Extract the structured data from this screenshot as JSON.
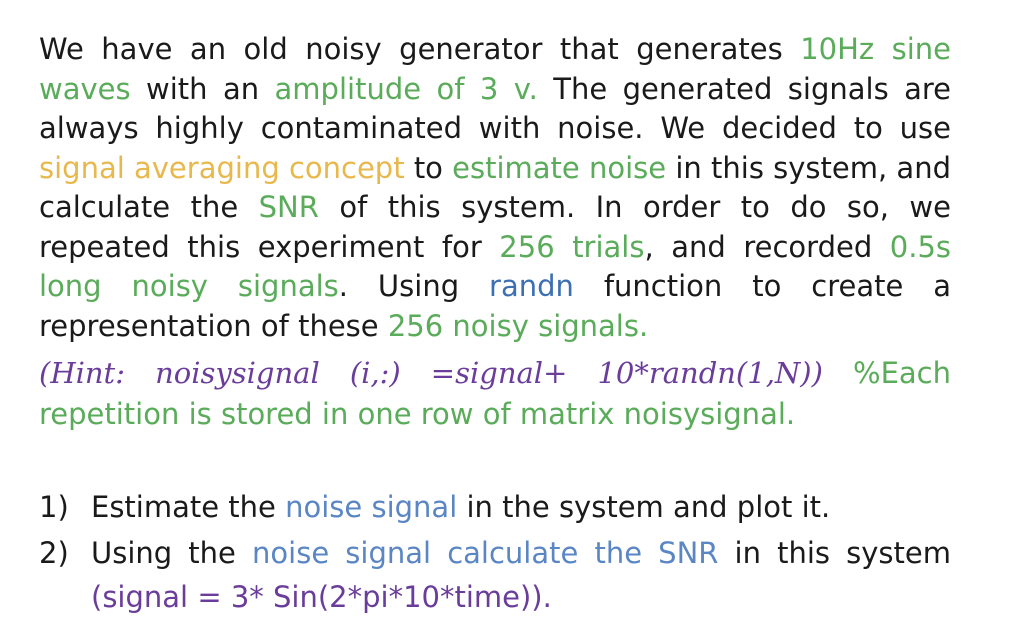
{
  "paragraph": {
    "p01": "We have an old noisy generator that generates ",
    "p02": "10Hz sine waves",
    "p03": " with an ",
    "p04": "amplitude of 3 v.",
    "p05": " The generated signals are always highly contaminated with noise. We decided to use ",
    "p06": "signal averaging concept",
    "p07": " to ",
    "p08": "estimate noise",
    "p09": " in this system, and calculate the ",
    "p10": "SNR",
    "p11": " of this system. In order to do so, we repeated this experiment for ",
    "p12": "256 trials",
    "p13": ", and recorded ",
    "p14": "0.5s long noisy signals",
    "p15": ". Using ",
    "p16": "randn",
    "p17": " function to create a representation of these ",
    "p18": "256 noisy signals."
  },
  "hint": {
    "code": "(Hint: noisysignal (i,:) =signal+ 10*randn(1,N))",
    "comment": " %Each repetition is stored in one row of matrix noisysignal."
  },
  "items": [
    {
      "num": "1)",
      "a": "Estimate the ",
      "b": "noise signal",
      "c": " in the system and plot it."
    },
    {
      "num": "2)",
      "a": "Using the ",
      "b": "noise signal calculate the SNR",
      "c": " in this system ",
      "d": "(signal = 3* Sin(2*pi*10*time))."
    }
  ],
  "colors": {
    "green": "#5aab5a",
    "yellow": "#e8b84c",
    "blue": "#3d6fb3",
    "light_blue": "#5a86c4",
    "purple": "#6a3d9a",
    "text": "#1a1a1a"
  }
}
